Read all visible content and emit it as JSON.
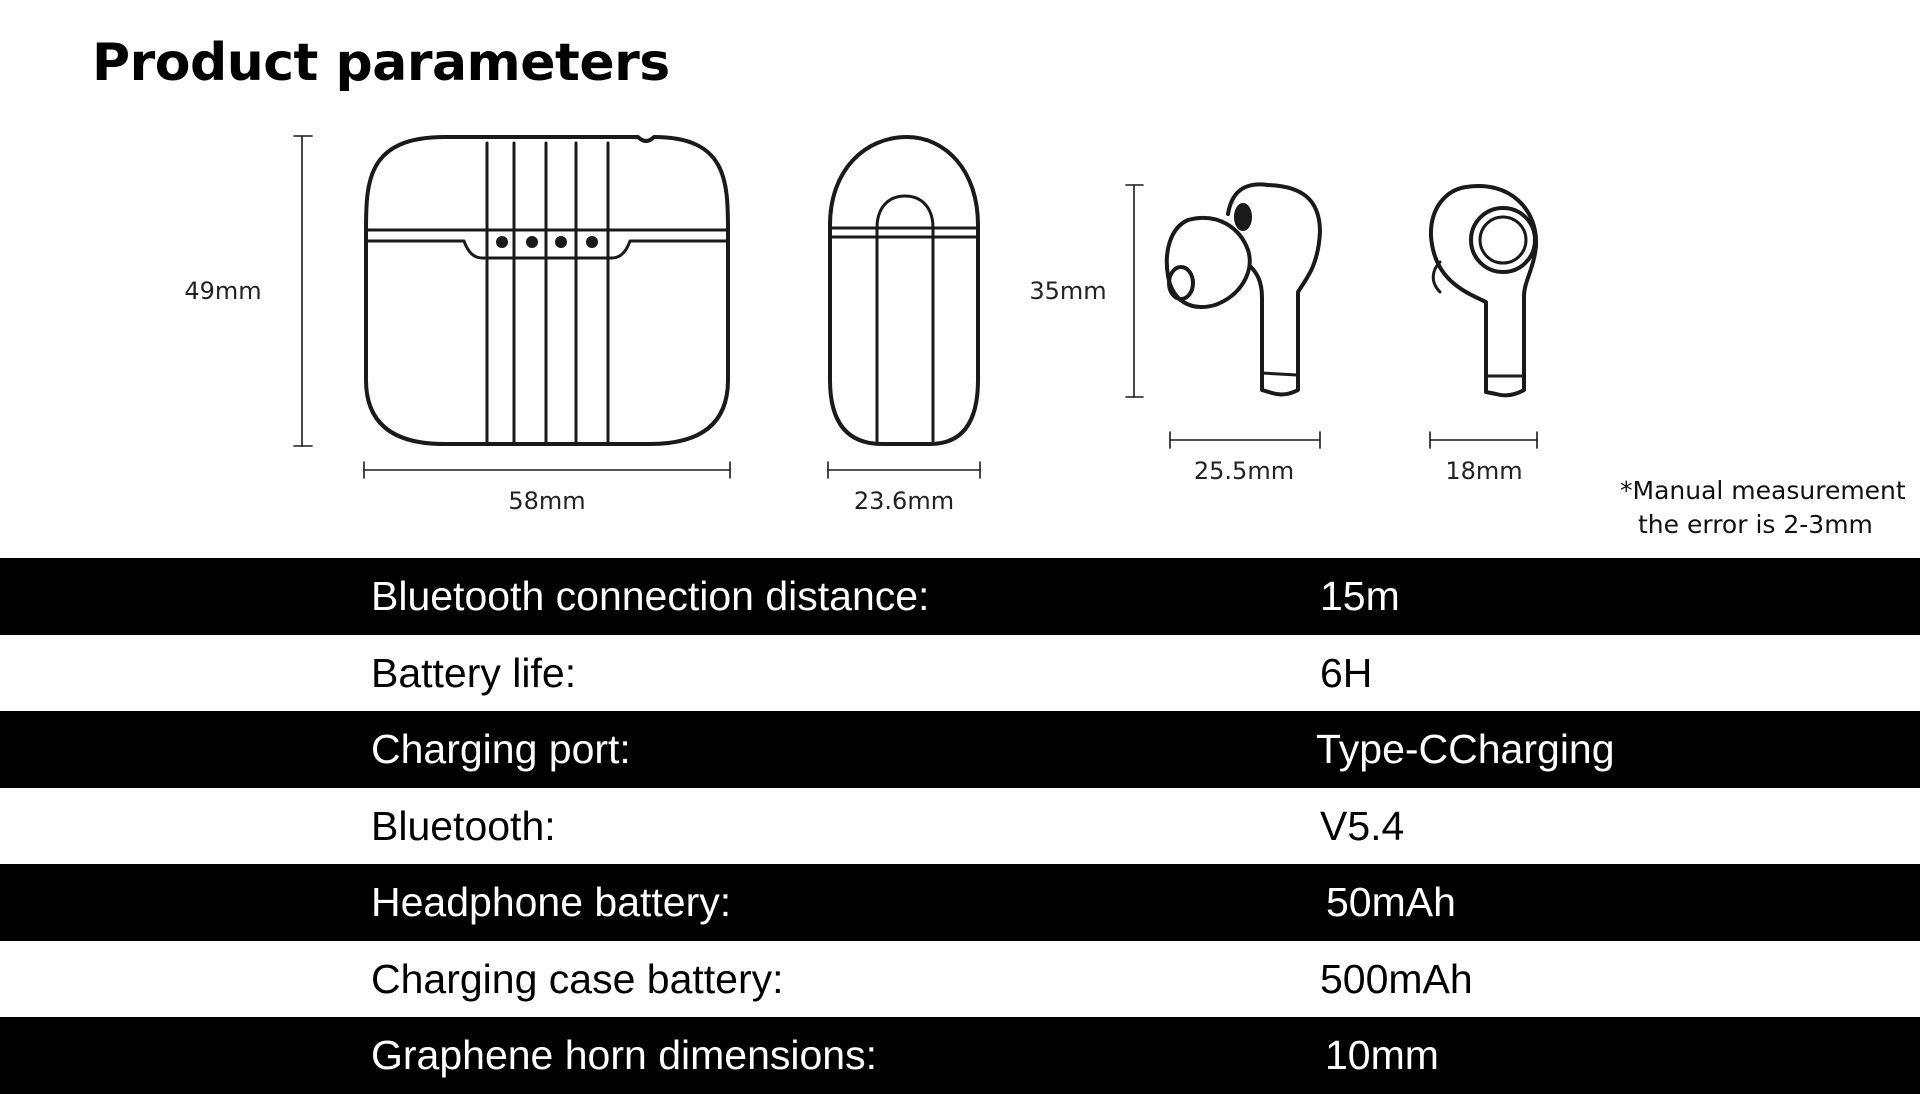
{
  "header": {
    "title": "Product parameters"
  },
  "dimensions": {
    "case_height": "49mm",
    "case_width": "58mm",
    "case_depth": "23.6mm",
    "earbud_height": "35mm",
    "earbud_side_width": "25.5mm",
    "earbud_front_width": "18mm"
  },
  "note": {
    "line1": "*Manual measurement",
    "line2": "the error is 2-3mm"
  },
  "specs": [
    {
      "label": "Bluetooth connection distance:",
      "value": "15m"
    },
    {
      "label": "Battery life:",
      "value": "6H"
    },
    {
      "label": "Charging port:",
      "value": "Type-CCharging"
    },
    {
      "label": "Bluetooth:",
      "value": "V5.4"
    },
    {
      "label": "Headphone battery:",
      "value": "50mAh"
    },
    {
      "label": "Charging case battery:",
      "value": "500mAh"
    },
    {
      "label": "Graphene horn dimensions:",
      "value": "10mm"
    }
  ],
  "colors": {
    "dark_row": "#000000",
    "light_row": "#ffffff",
    "line_art": "#1a1a1a"
  }
}
